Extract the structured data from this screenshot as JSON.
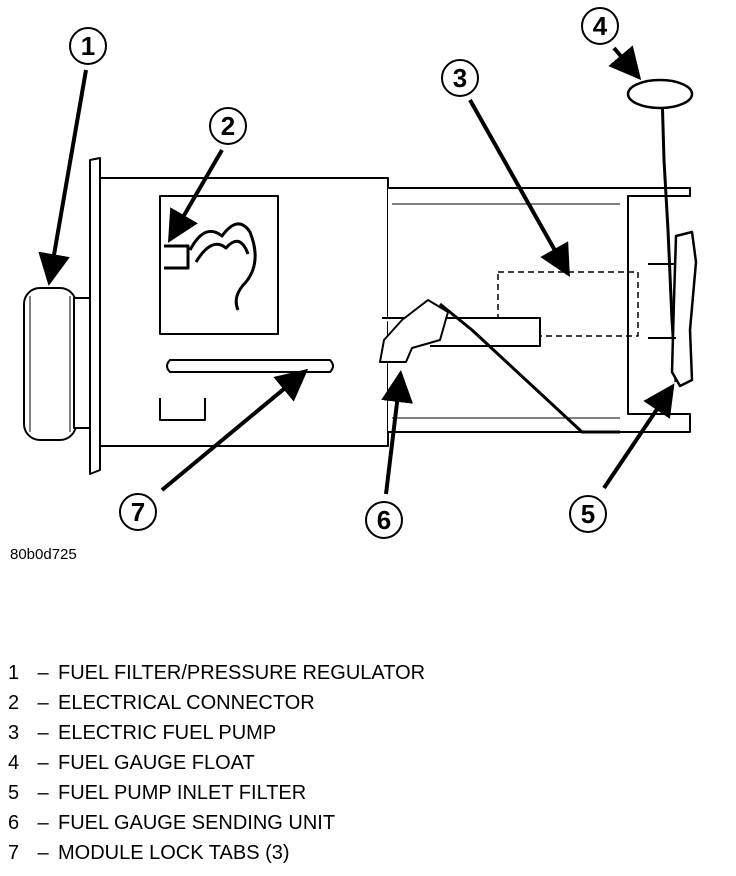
{
  "figure_id": "80b0d725",
  "callouts": [
    {
      "num": "1",
      "label": "FUEL FILTER/PRESSURE REGULATOR"
    },
    {
      "num": "2",
      "label": "ELECTRICAL CONNECTOR"
    },
    {
      "num": "3",
      "label": "ELECTRIC FUEL PUMP"
    },
    {
      "num": "4",
      "label": "FUEL GAUGE FLOAT"
    },
    {
      "num": "5",
      "label": "FUEL PUMP INLET FILTER"
    },
    {
      "num": "6",
      "label": "FUEL GAUGE SENDING UNIT"
    },
    {
      "num": "7",
      "label": "MODULE LOCK TABS (3)"
    }
  ],
  "legend_separator": "–"
}
